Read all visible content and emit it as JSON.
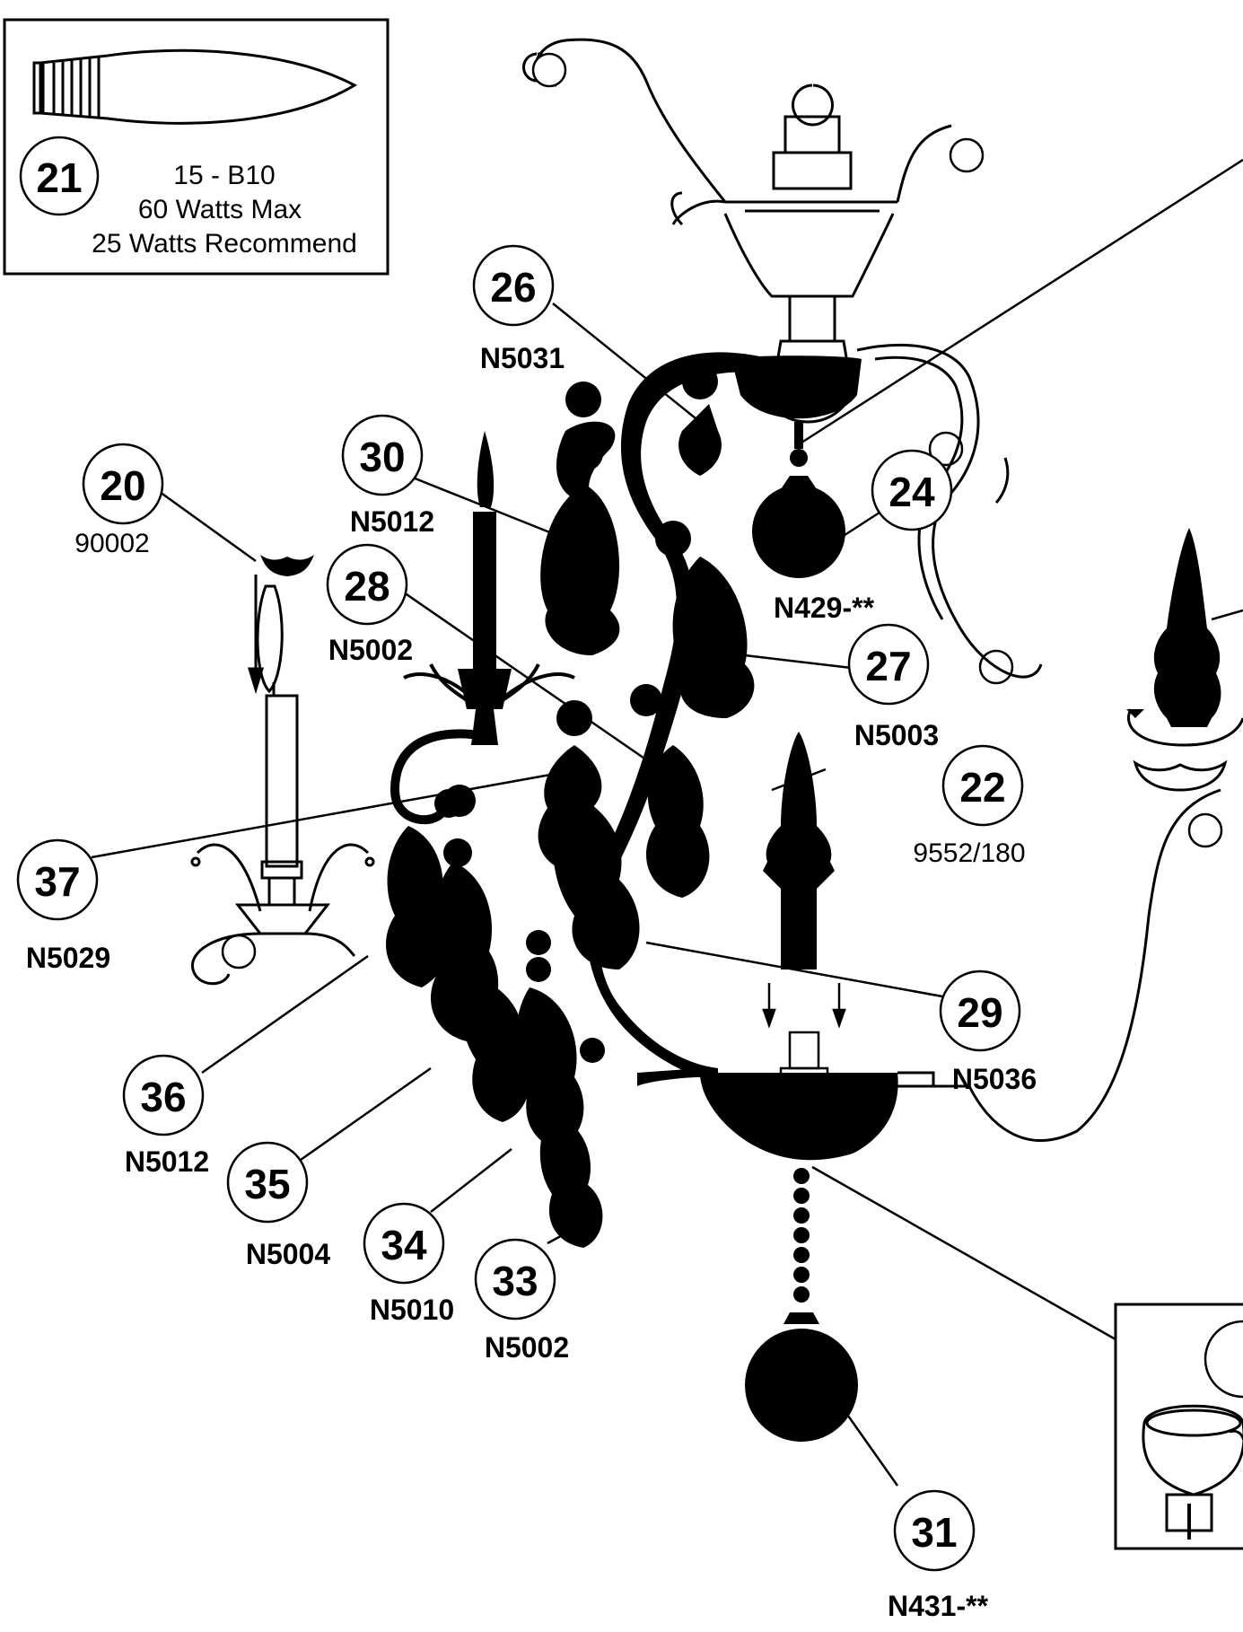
{
  "bulb_box": {
    "callout": "21",
    "spec_lines": [
      "15 - B10",
      "60 Watts Max",
      "25 Watts Recommend"
    ]
  },
  "callouts": [
    {
      "id": "20",
      "code": "90002",
      "code_style": "regular"
    },
    {
      "id": "22",
      "code": "9552/180",
      "code_style": "regular"
    },
    {
      "id": "24",
      "code": "N429-**",
      "code_style": "bold"
    },
    {
      "id": "26",
      "code": "N5031",
      "code_style": "bold"
    },
    {
      "id": "27",
      "code": "N5003",
      "code_style": "bold"
    },
    {
      "id": "28",
      "code": "N5002",
      "code_style": "bold"
    },
    {
      "id": "29",
      "code": "N5036",
      "code_style": "bold"
    },
    {
      "id": "30",
      "code": "N5012",
      "code_style": "bold"
    },
    {
      "id": "31",
      "code": "N431-**",
      "code_style": "bold"
    },
    {
      "id": "33",
      "code": "N5002",
      "code_style": "bold"
    },
    {
      "id": "34",
      "code": "N5010",
      "code_style": "bold"
    },
    {
      "id": "35",
      "code": "N5004",
      "code_style": "bold"
    },
    {
      "id": "36",
      "code": "N5012",
      "code_style": "bold"
    },
    {
      "id": "37",
      "code": "N5029",
      "code_style": "bold"
    }
  ]
}
